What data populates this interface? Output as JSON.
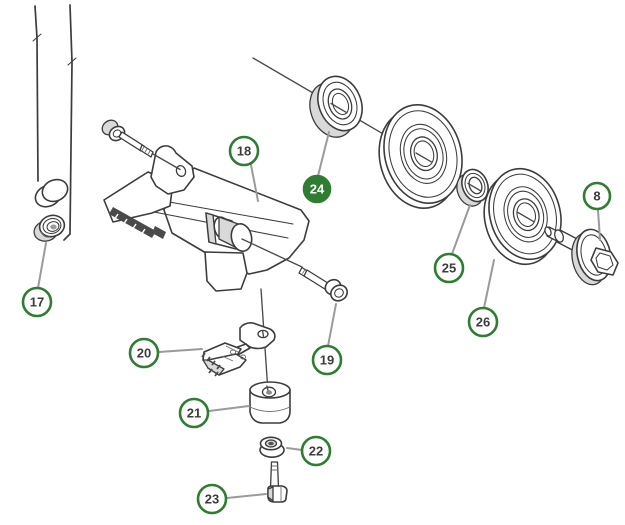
{
  "style": {
    "accent": "#2E7D32",
    "outline": "#3C3C3C",
    "leader": "#9A9A9A",
    "shade": "#D9D9D9",
    "label": "#3C3C3C",
    "badge_label": "#FFFFFF",
    "background": "#FFFFFF"
  },
  "callouts": {
    "c8": {
      "label": "8",
      "highlighted": false
    },
    "c17": {
      "label": "17",
      "highlighted": false
    },
    "c18": {
      "label": "18",
      "highlighted": false
    },
    "c19": {
      "label": "19",
      "highlighted": false
    },
    "c20": {
      "label": "20",
      "highlighted": false
    },
    "c21": {
      "label": "21",
      "highlighted": false
    },
    "c22": {
      "label": "22",
      "highlighted": false
    },
    "c23": {
      "label": "23",
      "highlighted": false
    },
    "c24": {
      "label": "24",
      "highlighted": true
    },
    "c25": {
      "label": "25",
      "highlighted": false
    },
    "c26": {
      "label": "26",
      "highlighted": false
    }
  }
}
